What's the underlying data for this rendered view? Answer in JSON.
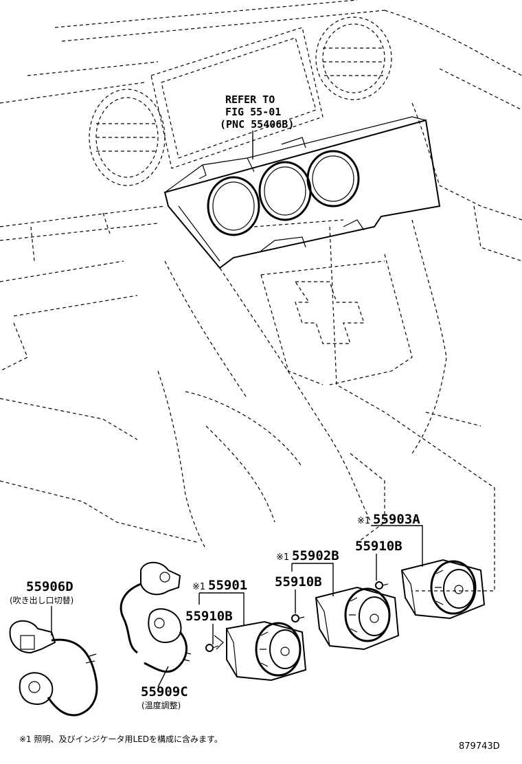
{
  "refer": {
    "line1": "REFER TO",
    "line2": "FIG 55-01",
    "line3": "(PNC 55406B)"
  },
  "parts": {
    "p55906D": {
      "mark": "",
      "number": "55906D",
      "note": "(吹き出し口切替)"
    },
    "p55909C": {
      "mark": "",
      "number": "55909C",
      "note": "(温度調整)"
    },
    "p55901": {
      "mark": "※1",
      "number": "55901"
    },
    "p55902B": {
      "mark": "※1",
      "number": "55902B"
    },
    "p55903A": {
      "mark": "※1",
      "number": "55903A"
    },
    "p55910B_1": {
      "number": "55910B"
    },
    "p55910B_2": {
      "number": "55910B"
    },
    "p55910B_3": {
      "number": "55910B"
    }
  },
  "footnote": "※1 照明、及びインジケータ用LEDを構成に含みます。",
  "diagram_code": "879743D"
}
